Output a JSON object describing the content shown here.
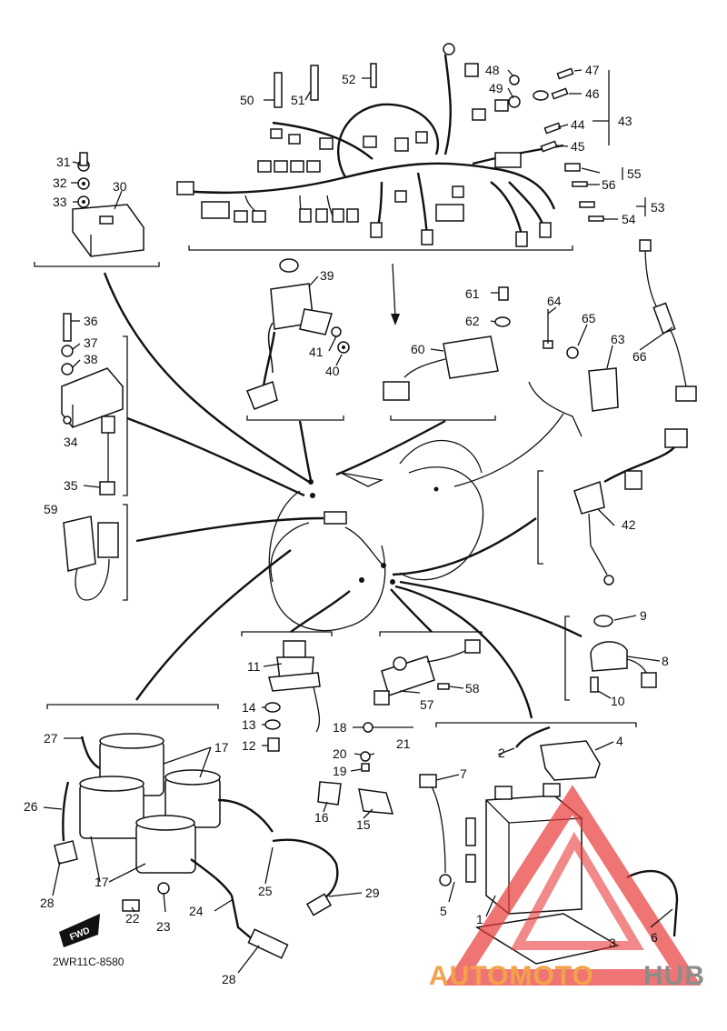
{
  "diagram_code": "2WR11C-8580",
  "fwd_label": "FWD",
  "watermark": {
    "brand_part1": "AUTOMOTO",
    "brand_part2": "HUB",
    "accent_color": "#e83a3a",
    "text_color_1": "#f3a24a",
    "text_color_2": "#8c8c8c"
  },
  "parts": [
    {
      "id": "1",
      "label": "1"
    },
    {
      "id": "2",
      "label": "2"
    },
    {
      "id": "3",
      "label": "3"
    },
    {
      "id": "4",
      "label": "4"
    },
    {
      "id": "5",
      "label": "5"
    },
    {
      "id": "6",
      "label": "6"
    },
    {
      "id": "7",
      "label": "7"
    },
    {
      "id": "8",
      "label": "8"
    },
    {
      "id": "9",
      "label": "9"
    },
    {
      "id": "10",
      "label": "10"
    },
    {
      "id": "11",
      "label": "11"
    },
    {
      "id": "12",
      "label": "12"
    },
    {
      "id": "13",
      "label": "13"
    },
    {
      "id": "14",
      "label": "14"
    },
    {
      "id": "15",
      "label": "15"
    },
    {
      "id": "16",
      "label": "16"
    },
    {
      "id": "17a",
      "label": "17"
    },
    {
      "id": "17b",
      "label": "17"
    },
    {
      "id": "18",
      "label": "18"
    },
    {
      "id": "19",
      "label": "19"
    },
    {
      "id": "20",
      "label": "20"
    },
    {
      "id": "21",
      "label": "21"
    },
    {
      "id": "22",
      "label": "22"
    },
    {
      "id": "23",
      "label": "23"
    },
    {
      "id": "24",
      "label": "24"
    },
    {
      "id": "25",
      "label": "25"
    },
    {
      "id": "26",
      "label": "26"
    },
    {
      "id": "27",
      "label": "27"
    },
    {
      "id": "28a",
      "label": "28"
    },
    {
      "id": "28b",
      "label": "28"
    },
    {
      "id": "29",
      "label": "29"
    },
    {
      "id": "30",
      "label": "30"
    },
    {
      "id": "31",
      "label": "31"
    },
    {
      "id": "32",
      "label": "32"
    },
    {
      "id": "33",
      "label": "33"
    },
    {
      "id": "34",
      "label": "34"
    },
    {
      "id": "35",
      "label": "35"
    },
    {
      "id": "36",
      "label": "36"
    },
    {
      "id": "37",
      "label": "37"
    },
    {
      "id": "38",
      "label": "38"
    },
    {
      "id": "39",
      "label": "39"
    },
    {
      "id": "40",
      "label": "40"
    },
    {
      "id": "41",
      "label": "41"
    },
    {
      "id": "42",
      "label": "42"
    },
    {
      "id": "43",
      "label": "43"
    },
    {
      "id": "44",
      "label": "44"
    },
    {
      "id": "45",
      "label": "45"
    },
    {
      "id": "46",
      "label": "46"
    },
    {
      "id": "47",
      "label": "47"
    },
    {
      "id": "48",
      "label": "48"
    },
    {
      "id": "49",
      "label": "49"
    },
    {
      "id": "50",
      "label": "50"
    },
    {
      "id": "51",
      "label": "51"
    },
    {
      "id": "52",
      "label": "52"
    },
    {
      "id": "53",
      "label": "53"
    },
    {
      "id": "54",
      "label": "54"
    },
    {
      "id": "55",
      "label": "55"
    },
    {
      "id": "56",
      "label": "56"
    },
    {
      "id": "57",
      "label": "57"
    },
    {
      "id": "58",
      "label": "58"
    },
    {
      "id": "59",
      "label": "59"
    },
    {
      "id": "60",
      "label": "60"
    },
    {
      "id": "61",
      "label": "61"
    },
    {
      "id": "62",
      "label": "62"
    },
    {
      "id": "63",
      "label": "63"
    },
    {
      "id": "64",
      "label": "64"
    },
    {
      "id": "65",
      "label": "65"
    },
    {
      "id": "66",
      "label": "66"
    }
  ]
}
